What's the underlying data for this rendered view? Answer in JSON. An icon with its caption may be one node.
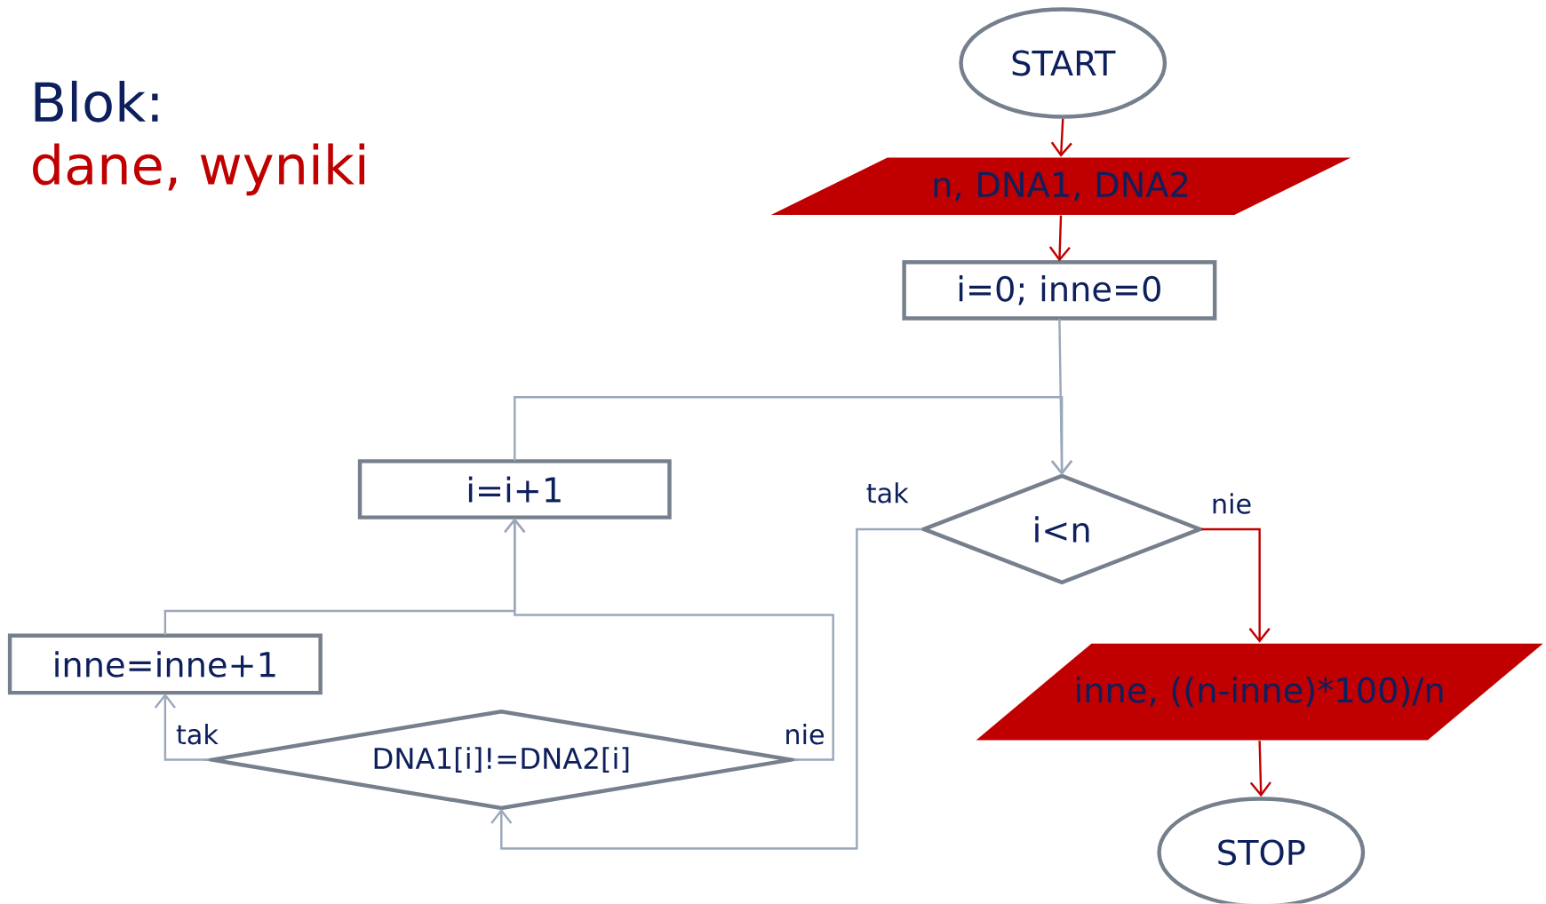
{
  "diagram": {
    "title": "Blok:",
    "nodes": [
      {
        "text": [
          "START"
        ]
      },
      {
        "text": [
          "n, DNA1, DNA2"
        ]
      },
      {
        "text": [
          "i=0; inne=0"
        ]
      },
      {
        "text": [
          "i<n"
        ]
      },
      {
        "text": [
          "i=i+1"
        ]
      },
      {
        "text": [
          "inne=inne+1"
        ]
      },
      {
        "text": [
          "DNA1[i]!=DNA2[i]"
        ]
      },
      {
        "text": [
          "inne, ((n-inne)*100)/n"
        ]
      },
      {
        "text": [
          "STOP"
        ]
      }
    ],
    "edges": [
      {
        "from": 0,
        "to": 1,
        "arrow": "to",
        "color": "#c00000"
      },
      {
        "from": 1,
        "to": 2,
        "arrow": "to",
        "color": "#c00000"
      },
      {
        "from": 2,
        "to": 3,
        "arrow": "to"
      },
      {
        "from": 4,
        "to": 3,
        "arrow": "to"
      },
      {
        "from": 3,
        "to": 6,
        "arrow": "to",
        "label": "tak"
      },
      {
        "from": 3,
        "to": 7,
        "arrow": "to",
        "label": "nie",
        "color": "#c00000"
      },
      {
        "from": 6,
        "to": 5,
        "arrow": "to",
        "label": "tak"
      },
      {
        "from": 6,
        "to": 4,
        "arrow": "to",
        "label": "nie"
      },
      {
        "from": 5,
        "to": 4,
        "arrow": "to"
      },
      {
        "from": 7,
        "to": 8,
        "arrow": "to",
        "color": "#c00000"
      }
    ],
    "labels": [
      "dane, wyniki"
    ]
  }
}
